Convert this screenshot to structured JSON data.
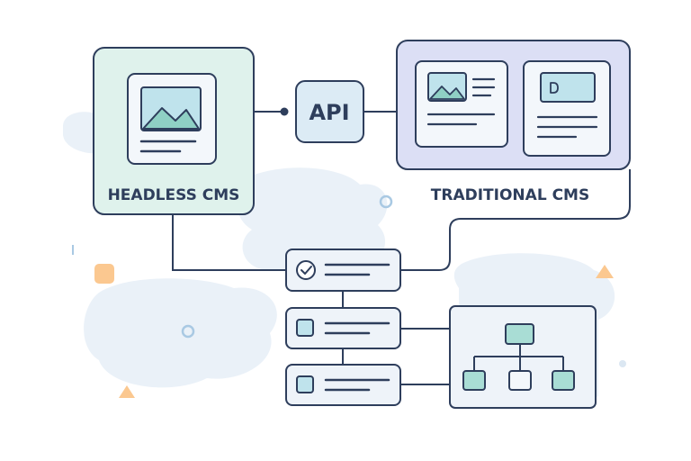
{
  "diagram": {
    "headless_label": "HEADLESS CMS",
    "api_label": "API",
    "traditional_label": "TRADITIONAL CMS"
  },
  "colors": {
    "stroke": "#2e3e5c",
    "headless_fill": "#dff2ec",
    "traditional_fill": "#dcdff5",
    "card_fill": "#f3f7fb",
    "image_fill": "#bfe3ec",
    "mountain_fill": "#8fd0c4",
    "node_fill": "#a9ddd5",
    "blob_fill": "#eaf1f8",
    "accent_orange": "#fbc890",
    "accent_blue": "#a9c9e3"
  },
  "icons": [
    "image-icon",
    "checkmark-icon",
    "checkbox-icon",
    "hierarchy-icon",
    "document-icon"
  ]
}
